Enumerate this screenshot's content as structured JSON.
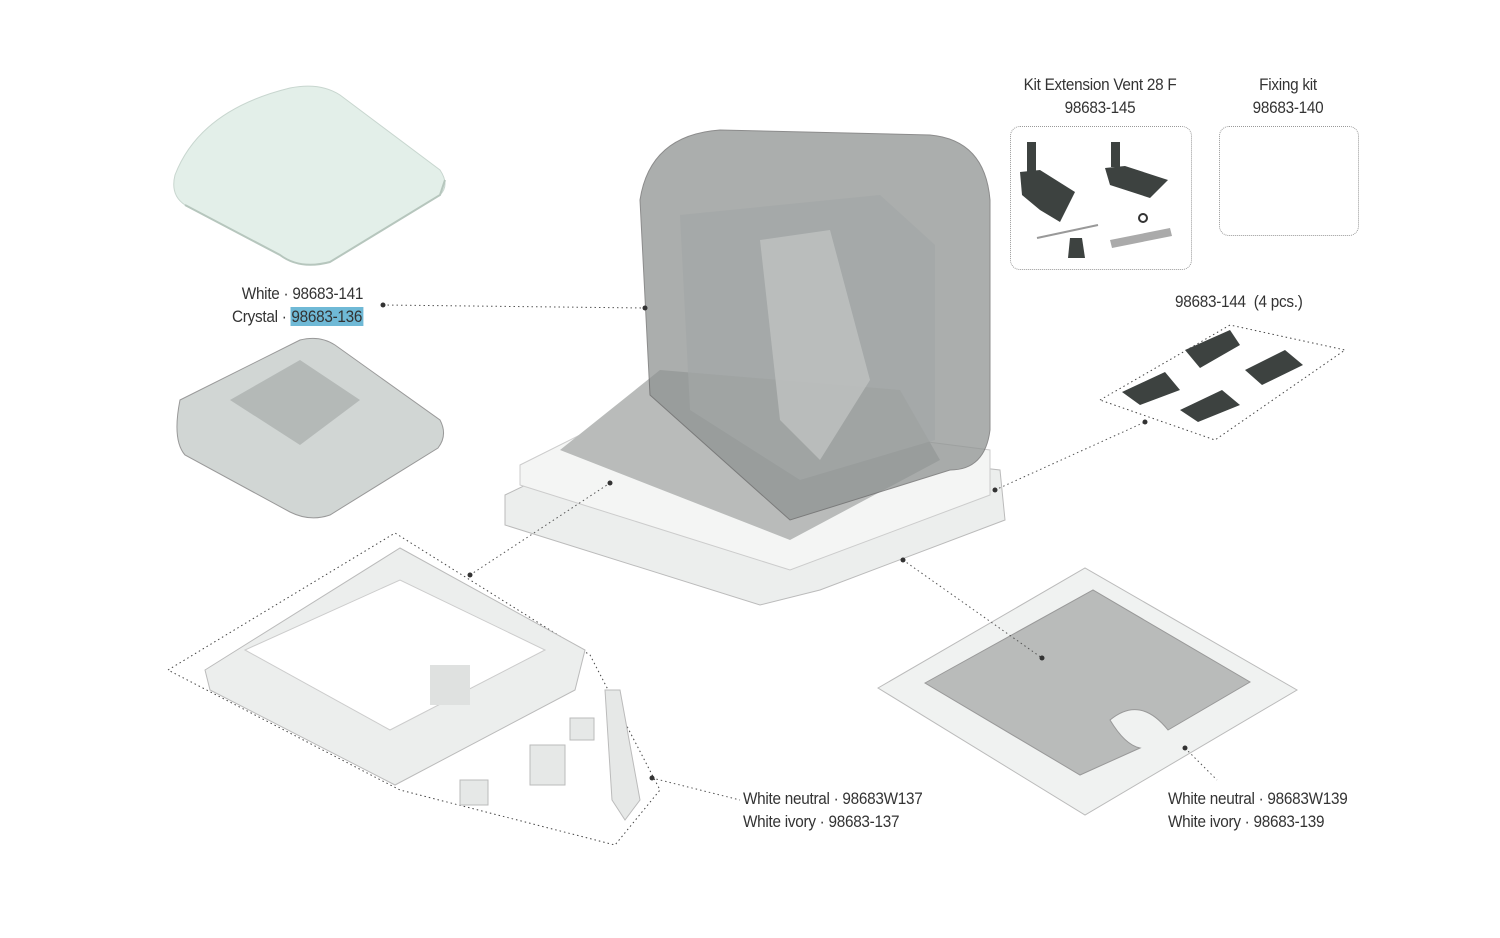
{
  "labels": {
    "dome": {
      "line1": "White · 98683-141",
      "line2_prefix": "Crystal · ",
      "line2_highlight": "98683-136"
    },
    "extension_kit": {
      "title": "Kit Extension Vent 28 F",
      "part": "98683-145"
    },
    "fixing_kit": {
      "title": "Fixing kit",
      "part": "98683-140"
    },
    "clips": {
      "text": "98683-144  (4 pcs.)"
    },
    "frame": {
      "line1": "White neutral · 98683W137",
      "line2": "White ivory · 98683-137"
    },
    "inner_frame": {
      "line1": "White neutral · 98683W139",
      "line2": "White ivory · 98683-139"
    }
  },
  "colors": {
    "highlight": "#6fb9d6",
    "dark_parts": "#3d4240",
    "white_parts": "#eef1ef",
    "dome_white": "#e3efe9",
    "smoke": "#9a9d9d"
  }
}
